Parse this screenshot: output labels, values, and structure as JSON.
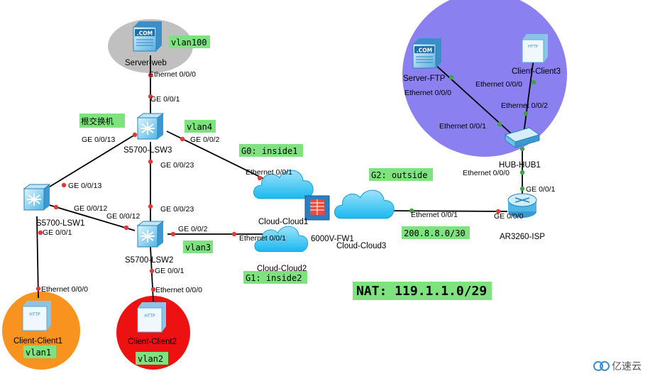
{
  "devices": {
    "server_web": "Server-web",
    "server_ftp": "Server-FTP",
    "client3": "Client-Client3",
    "client1": "Client-Client1",
    "client2": "Client-Client2",
    "lsw1": "S5700-LSW1",
    "lsw2": "S5700-LSW2",
    "lsw3": "S5700-LSW3",
    "cloud1": "Cloud-Cloud1",
    "cloud2": "Cloud-Cloud2",
    "cloud3": "Cloud-Cloud3",
    "fw1": "6000V-FW1",
    "hub1": "HUB-HUB1",
    "isp": "AR3260-ISP",
    "com_badge": ".COM",
    "http_badge": "HTTP"
  },
  "annotations": {
    "root_switch": "根交换机",
    "nat": "NAT: 119.1.1.0/29",
    "watermark": "亿速云"
  },
  "tags": {
    "vlan100": "vlan100",
    "vlan4": "vlan4",
    "vlan3": "vlan3",
    "vlan1": "vlan1",
    "vlan2": "vlan2",
    "g0": "G0: inside1",
    "g1": "G1: inside2",
    "g2": "G2: outside",
    "isp_net": "200.8.8.0/30"
  },
  "ports": {
    "web_eth": "Ethernet 0/0/0",
    "lsw3_ge001": "GE 0/0/1",
    "lsw3_ge0013": "GE 0/0/13",
    "lsw3_ge002": "GE 0/0/2",
    "lsw3_ge0023": "GE 0/0/23",
    "lsw1_ge0013": "GE 0/0/13",
    "lsw1_ge0012": "GE 0/0/12",
    "lsw1_ge001": "GE 0/0/1",
    "lsw2_ge0012": "GE 0/0/12",
    "lsw2_ge0023": "GE 0/0/23",
    "lsw2_ge002": "GE 0/0/2",
    "lsw2_ge001": "GE 0/0/1",
    "cloud1_eth": "Ethernet 0/0/1",
    "cloud2_eth": "Ethernet 0/0/1",
    "cloud3_eth": "Ethernet 0/0/1",
    "isp_ge000": "GE 0/0/0",
    "isp_ge001": "GE 0/0/1",
    "hub_eth000": "Ethernet 0/0/0",
    "hub_eth001": "Ethernet 0/0/1",
    "hub_eth002": "Ethernet 0/0/2",
    "ftp_eth": "Ethernet 0/0/0",
    "client3_eth": "Ethernet 0/0/0",
    "client1_eth": "Ethernet 0/0/0",
    "client2_eth": "Ethernet 0/0/0"
  },
  "colors": {
    "tag_bg": "#7ee27e",
    "vlan100_area": "#c0c0c0",
    "isp_area": "#8b80f0",
    "vlan1_area": "#f7931e",
    "vlan2_area": "#ee1111",
    "cloud": "#19b8ee",
    "switch": "#4fb7e8"
  }
}
